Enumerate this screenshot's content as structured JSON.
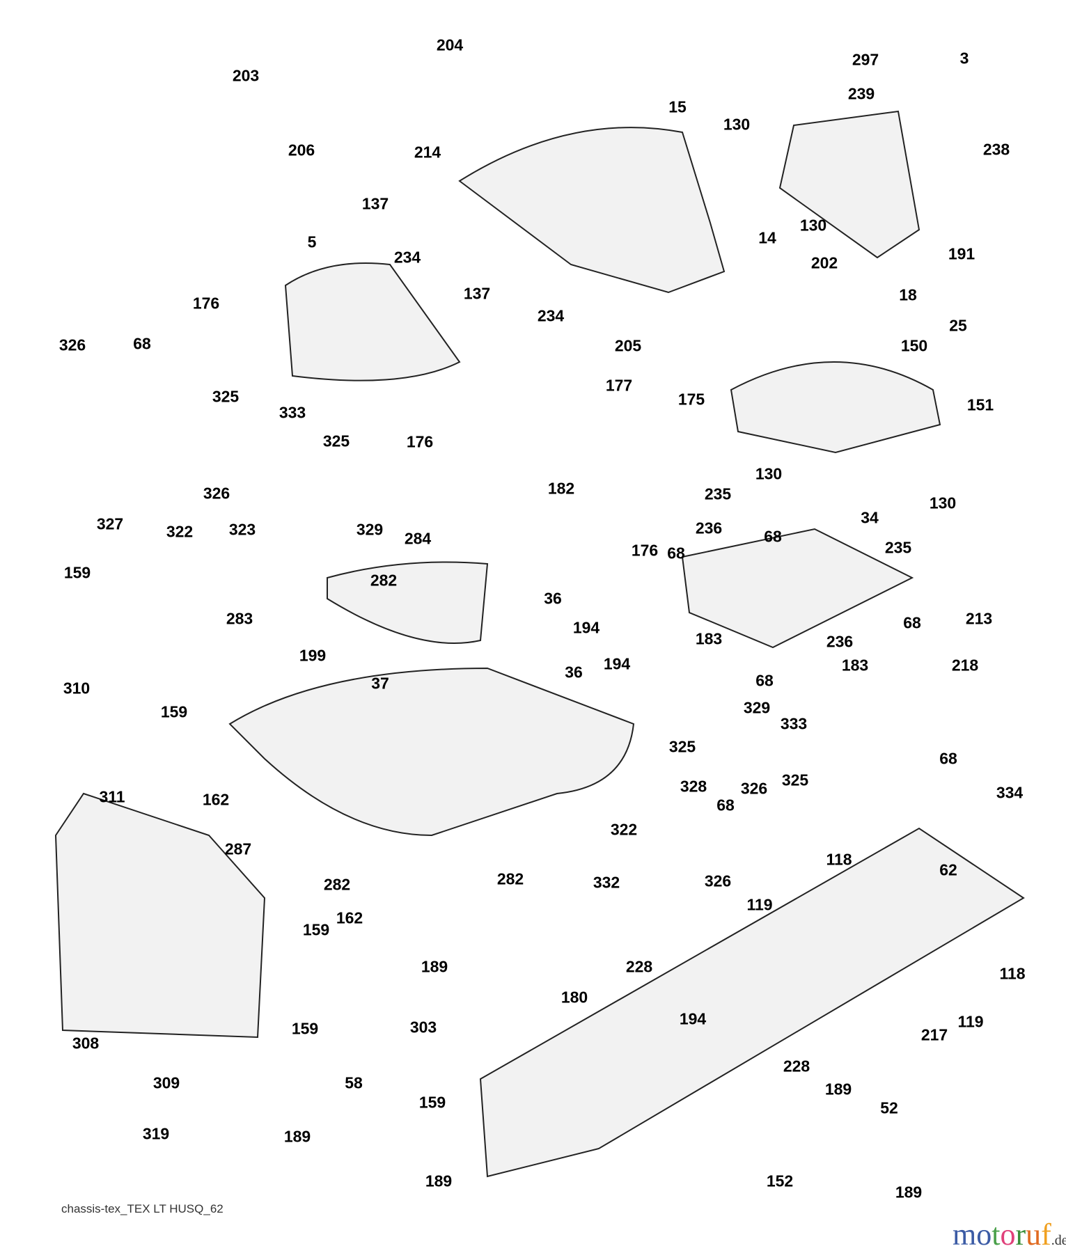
{
  "diagram": {
    "part_labels": [
      "203",
      "204",
      "206",
      "214",
      "297",
      "3",
      "15",
      "239",
      "238",
      "130",
      "130",
      "137",
      "234",
      "14",
      "191",
      "5",
      "176",
      "137",
      "234",
      "205",
      "202",
      "18",
      "25",
      "326",
      "68",
      "150",
      "177",
      "175",
      "151",
      "325",
      "333",
      "325",
      "176",
      "130",
      "130",
      "326",
      "323",
      "329",
      "327",
      "322",
      "235",
      "236",
      "68",
      "34",
      "182",
      "176",
      "68",
      "235",
      "284",
      "282",
      "283",
      "159",
      "36",
      "194",
      "36",
      "194",
      "68",
      "236",
      "183",
      "68",
      "183",
      "213",
      "218",
      "199",
      "37",
      "310",
      "159",
      "329",
      "333",
      "325",
      "328",
      "326",
      "325",
      "68",
      "334",
      "311",
      "162",
      "287",
      "68",
      "322",
      "62",
      "118",
      "282",
      "282",
      "332",
      "326",
      "119",
      "162",
      "159",
      "189",
      "228",
      "118",
      "180",
      "194",
      "119",
      "308",
      "303",
      "159",
      "58",
      "309",
      "159",
      "228",
      "217",
      "189",
      "52",
      "189",
      "319",
      "189",
      "152",
      "189"
    ],
    "footer": "chassis-tex_TEX LT HUSQ_62"
  },
  "watermark": {
    "text": "motoruf",
    "suffix": ".de",
    "colors": [
      "#3b5ba5",
      "#3b5ba5",
      "#4aa04a",
      "#e0407a",
      "#3a8f3a",
      "#e06a20",
      "#f0a020"
    ]
  }
}
